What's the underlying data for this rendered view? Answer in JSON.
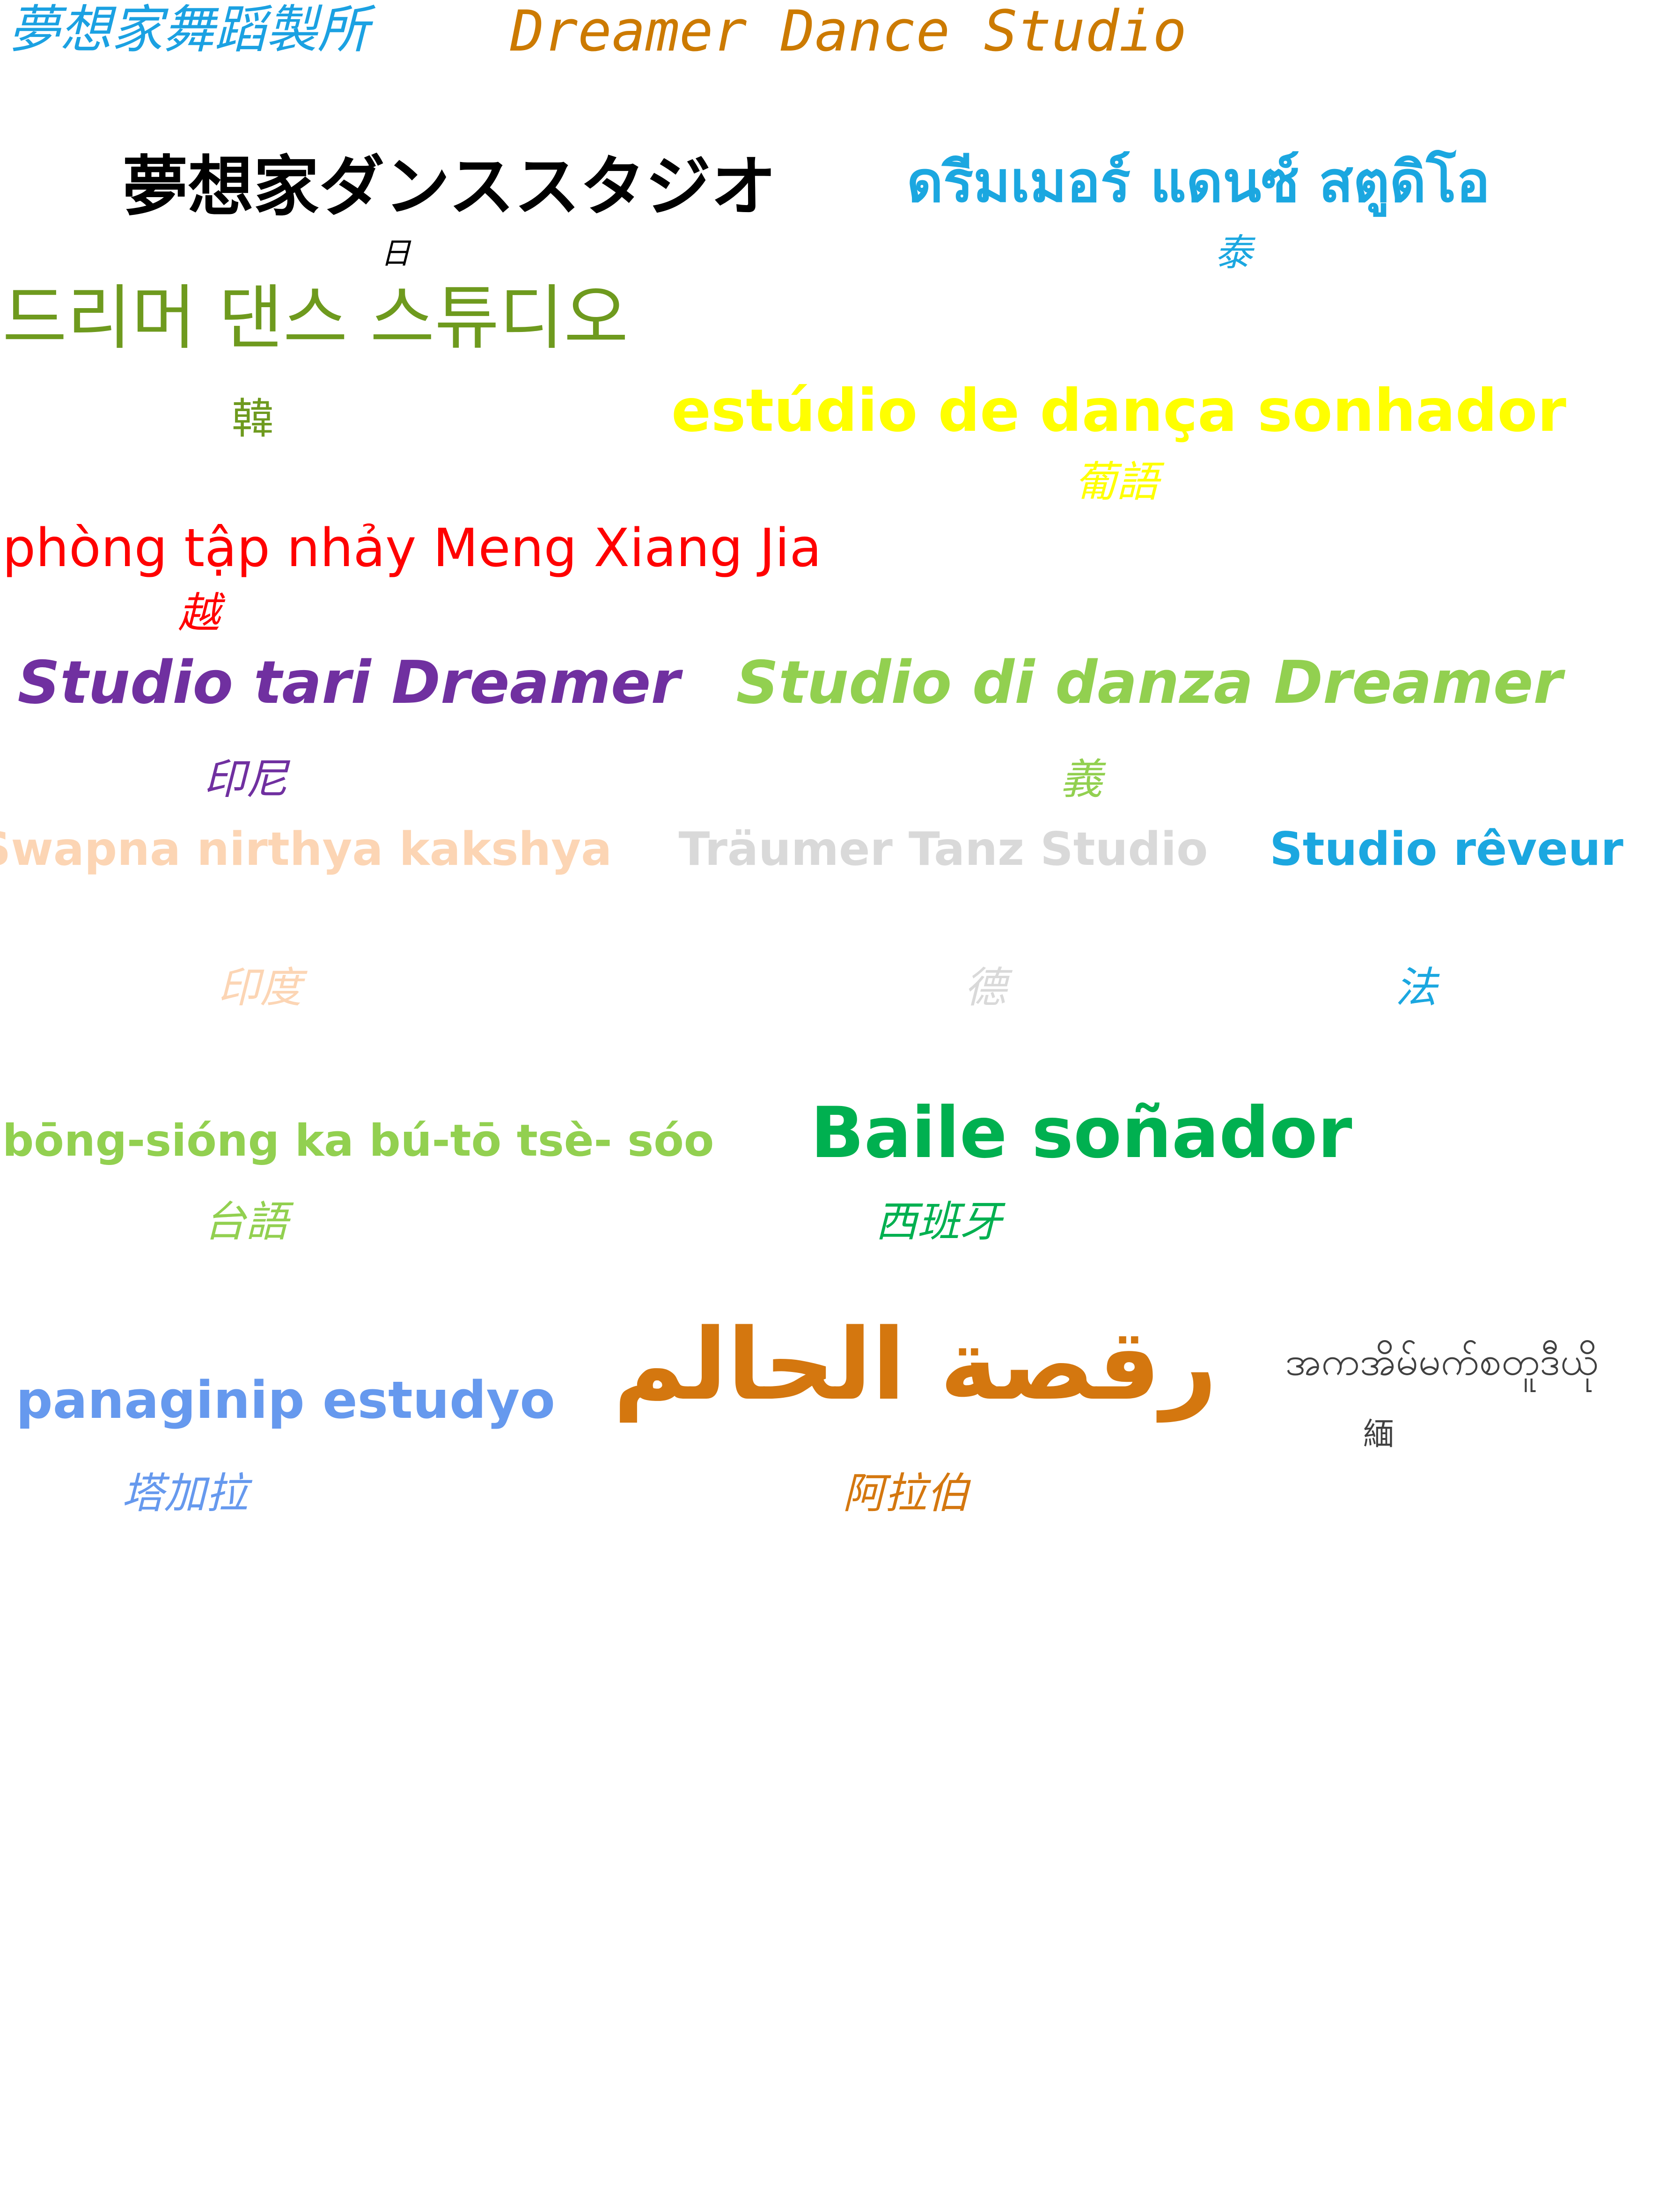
{
  "header": {
    "chinese": "夢想家舞蹈製所",
    "english": "Dreamer Dance Studio",
    "color_chinese": "#1ba1e2",
    "color_english": "#cc7a00"
  },
  "entries": {
    "japanese": {
      "text": "夢想家ダンススタジオ",
      "tag": "日",
      "color": "#000000"
    },
    "thai": {
      "text": "ดรีมเมอร์ แดนซ์ สตูดิโอ",
      "tag": "泰",
      "color": "#1ba7e0"
    },
    "korean": {
      "text": "드리머 댄스 스튜디오",
      "tag": "韓",
      "color": "#6e9a1e"
    },
    "portuguese": {
      "text": "estúdio de dança sonhador",
      "tag": "葡語",
      "color": "#ffff00"
    },
    "vietnamese": {
      "text": "phòng tập nhảy Meng Xiang Jia",
      "tag": "越",
      "color": "#ff0000"
    },
    "indonesian": {
      "text": "Studio tari Dreamer",
      "tag": "印尼",
      "color": "#7030a0"
    },
    "italian": {
      "text": "Studio di danza Dreamer",
      "tag": "義",
      "color": "#92d050"
    },
    "hindi": {
      "text": "Swapna nirthya kakshya",
      "tag": "印度",
      "color": "#fcd5b4"
    },
    "german": {
      "text": "Träumer Tanz Studio",
      "tag": "德",
      "color": "#d9d9d9"
    },
    "french": {
      "text": "Studio rêveur",
      "tag": "法",
      "color": "#1ba7e0"
    },
    "taiwanese": {
      "text": "bōng-sióng ka bú-tō tsè- sóo",
      "tag": "台語",
      "color": "#92d050"
    },
    "spanish": {
      "text": "Baile soñador",
      "tag": "西班牙",
      "color": "#00b050"
    },
    "tagalog": {
      "text": "panaginip estudyo",
      "tag": "塔加拉",
      "color": "#6699ee"
    },
    "arabic": {
      "text": "رقصة الحالم",
      "tag": "阿拉伯",
      "color": "#d4770f"
    },
    "burmese": {
      "text": "အကအိမ်မက်စတူဒီယို",
      "tag": "緬",
      "color": "#404040"
    }
  }
}
